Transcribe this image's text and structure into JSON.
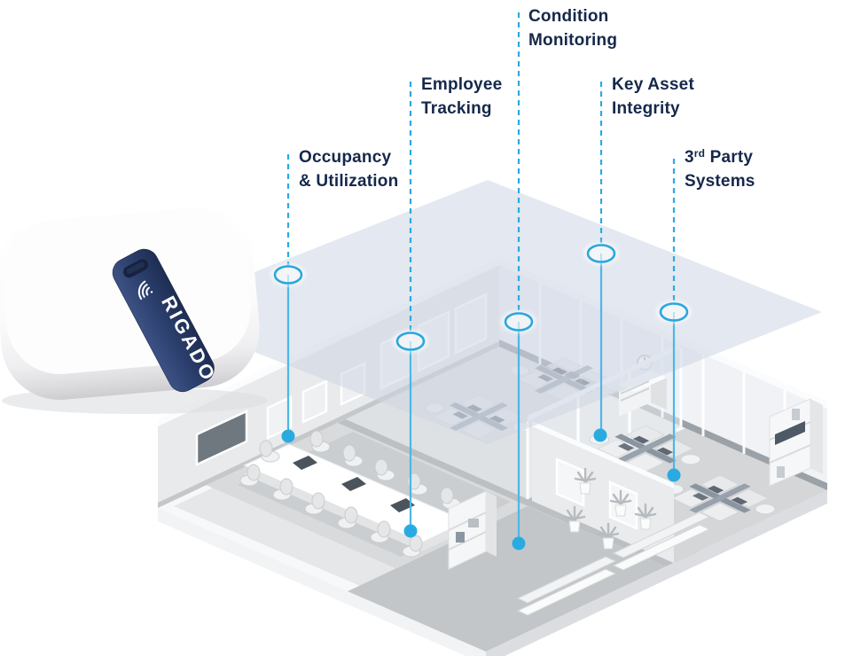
{
  "diagram": {
    "description": "Rigado gateway smart-office use case diagram",
    "labels": [
      {
        "id": "occupancy",
        "line1": "Occupancy",
        "line2": "& Utilization"
      },
      {
        "id": "employee",
        "line1": "Employee",
        "line2": "Tracking"
      },
      {
        "id": "condition",
        "line1": "Condition",
        "line2": "Monitoring"
      },
      {
        "id": "key-asset",
        "line1": "Key Asset",
        "line2": "Integrity"
      },
      {
        "id": "third-party",
        "line1_base": "3",
        "line1_sup": "rd",
        "line1_rest": " Party",
        "line2": "Systems"
      }
    ],
    "device": {
      "brand": "RIGADO"
    },
    "colors": {
      "background": "#ffffff",
      "label_text": "#15284b",
      "accent_blue": "#29abe2",
      "device_band_navy": "#2b3f6d",
      "mesh_plane": "#cdd6e3"
    }
  }
}
